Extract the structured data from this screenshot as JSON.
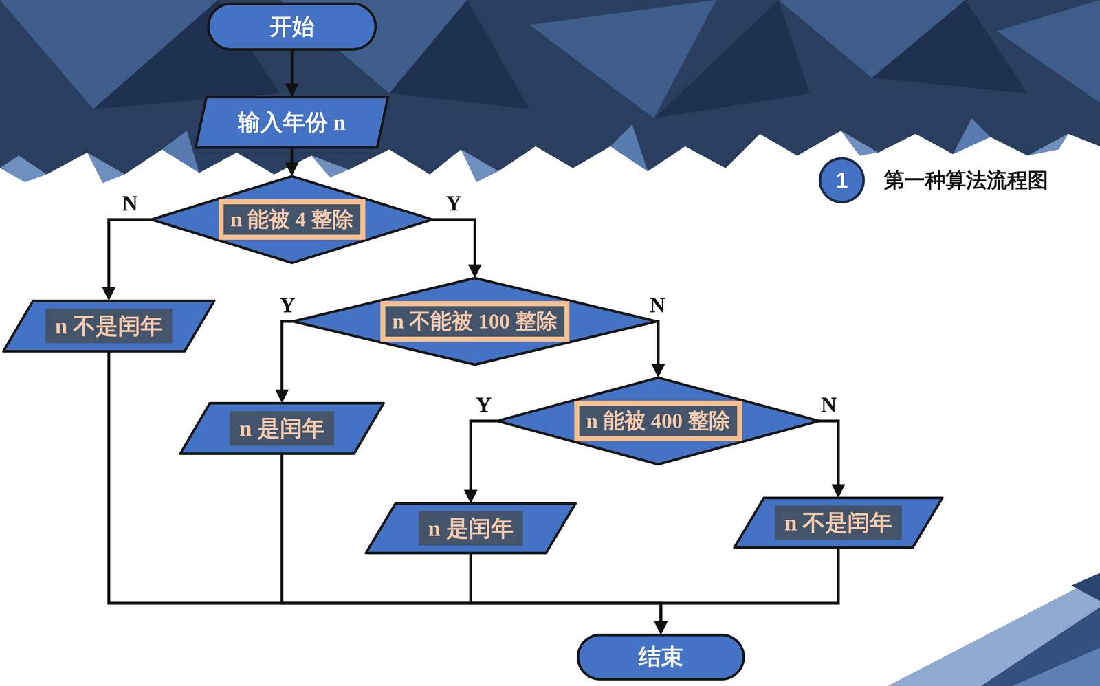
{
  "diagram": {
    "nodes": [
      {
        "text": [
          "开始"
        ]
      },
      {
        "text": [
          "输入年份 n"
        ]
      },
      {
        "text": [
          "n 能被 4 整除"
        ]
      },
      {
        "text": [
          "n 不是闰年"
        ]
      },
      {
        "text": [
          "n 不能被 100 整除"
        ]
      },
      {
        "text": [
          "n 是闰年"
        ]
      },
      {
        "text": [
          "n 能被 400 整除"
        ]
      },
      {
        "text": [
          "n 是闰年"
        ]
      },
      {
        "text": [
          "n 不是闰年"
        ]
      },
      {
        "text": [
          "结束"
        ]
      }
    ],
    "edges": [
      {
        "from": 0,
        "to": 1,
        "arrow": "to"
      },
      {
        "from": 1,
        "to": 2,
        "arrow": "to"
      },
      {
        "from": 2,
        "to": 3,
        "label": "N",
        "arrow": "to"
      },
      {
        "from": 2,
        "to": 4,
        "label": "Y",
        "arrow": "to"
      },
      {
        "from": 4,
        "to": 5,
        "label": "Y",
        "arrow": "to"
      },
      {
        "from": 4,
        "to": 6,
        "label": "N",
        "arrow": "to"
      },
      {
        "from": 6,
        "to": 7,
        "label": "Y",
        "arrow": "to"
      },
      {
        "from": 6,
        "to": 8,
        "label": "N",
        "arrow": "to"
      },
      {
        "from": 3,
        "to": 9,
        "arrow": "to"
      },
      {
        "from": 5,
        "to": 9,
        "arrow": "to"
      },
      {
        "from": 7,
        "to": 9,
        "arrow": "to"
      },
      {
        "from": 8,
        "to": 9,
        "arrow": "to"
      }
    ],
    "labels": [
      "1",
      "第一种算法流程图"
    ]
  }
}
